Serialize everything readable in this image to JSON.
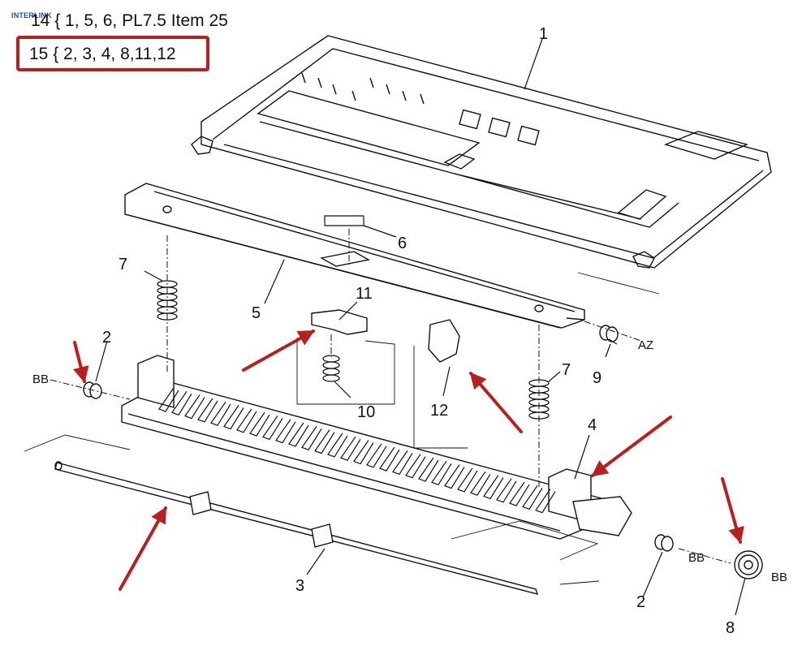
{
  "header": {
    "brand": "INTERLINK",
    "line14": "14 { 1, 5, 6, PL7.5 Item 25",
    "line15": "15 { 2, 3, 4, 8,11,12"
  },
  "callouts": {
    "c1": "1",
    "c2a": "2",
    "c2b": "2",
    "c3": "3",
    "c4": "4",
    "c5": "5",
    "c6": "6",
    "c7a": "7",
    "c7b": "7",
    "c8": "8",
    "c9": "9",
    "c10": "10",
    "c11": "11",
    "c12": "12",
    "bb1": "BB",
    "bb2": "BB",
    "bb3": "BB",
    "az": "AZ"
  },
  "colors": {
    "ink": "#111111",
    "highlight": "#b81f1f"
  }
}
